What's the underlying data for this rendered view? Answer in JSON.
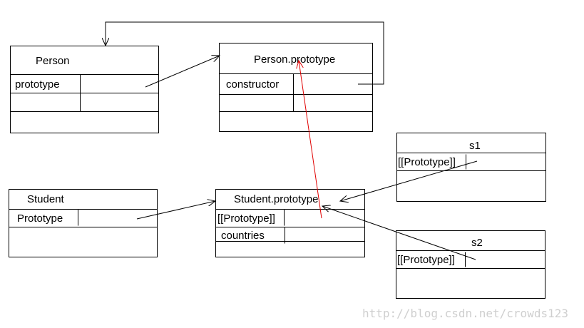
{
  "boxes": {
    "person": {
      "title": "Person",
      "row1": "prototype"
    },
    "person_prototype": {
      "title": "Person.prototype",
      "row1": "constructor"
    },
    "student": {
      "title": "Student",
      "row1": "Prototype"
    },
    "student_prototype": {
      "title": "Student.prototype",
      "row1": "[[Prototype]]",
      "row2": "countries"
    },
    "s1": {
      "title": "s1",
      "row1": "[[Prototype]]"
    },
    "s2": {
      "title": "s2",
      "row1": "[[Prototype]]"
    }
  },
  "colors": {
    "line": "#000000",
    "red_arrow": "#e00000",
    "watermark": "#cfcfcf"
  },
  "watermark": "http://blog.csdn.net/crowds123"
}
